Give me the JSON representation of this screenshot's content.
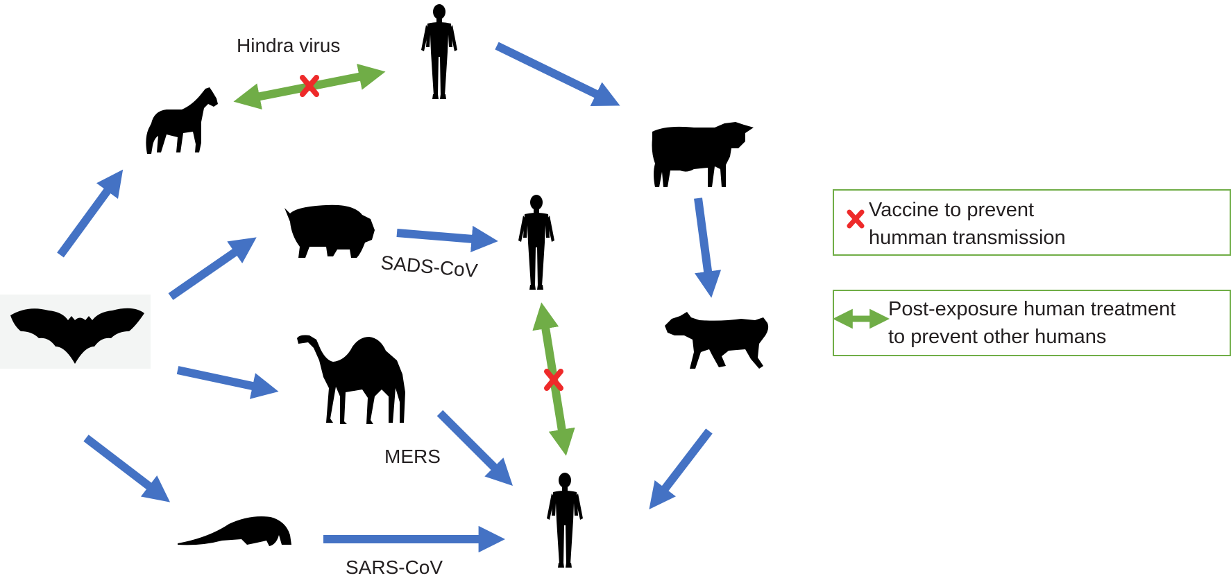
{
  "labels": {
    "hendra": "Hindra virus",
    "sads": "SADS-CoV",
    "mers": "MERS",
    "sars": "SARS-CoV"
  },
  "legend": {
    "vaccine_line1": "Vaccine to prevent",
    "vaccine_line2": "humman transmission",
    "treatment_line1": "Post-exposure human treatment",
    "treatment_line2": "to prevent other humans"
  },
  "colors": {
    "arrow": "#4472c4",
    "double_arrow": "#70ad47",
    "cross": "#ee2a2a",
    "legend_border": "#70ad47",
    "silhouette": "#000000",
    "bat_background": "#f3f5f4"
  },
  "icons": [
    "bat-icon",
    "horse-icon",
    "pig-icon",
    "camel-icon",
    "pangolin-icon",
    "human-icon",
    "cow-icon",
    "goat-icon",
    "cross-icon",
    "double-arrow-icon"
  ]
}
